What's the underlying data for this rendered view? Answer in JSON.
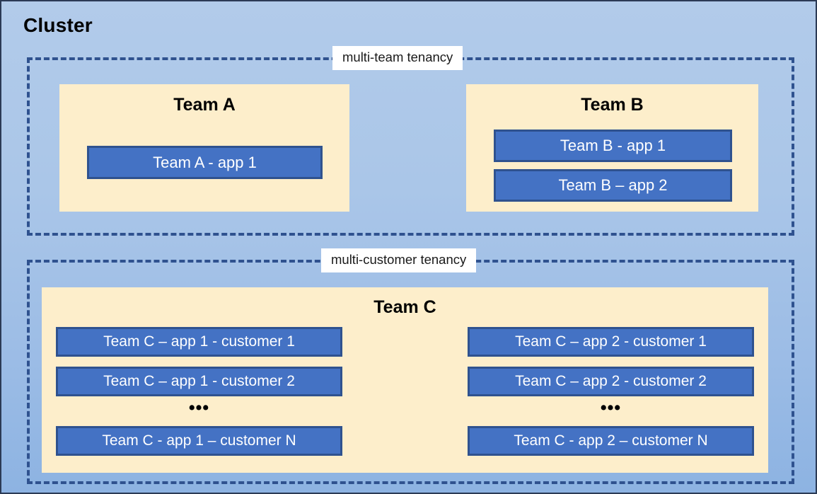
{
  "diagram": {
    "title": "Cluster",
    "colors": {
      "canvas_background_top": "#b2cbea",
      "canvas_background_bottom": "#8db3e2",
      "group_border": "#2f528f",
      "team_panel_fill": "#fdeecb",
      "app_box_fill": "#4472c4",
      "app_box_border": "#2f528f",
      "app_box_text": "#ffffff",
      "label_background": "#ffffff",
      "heading_text": "#000000"
    },
    "groups": [
      {
        "label": "multi-team tenancy",
        "teams": [
          {
            "name": "Team A",
            "apps": [
              "Team A - app 1"
            ]
          },
          {
            "name": "Team B",
            "apps": [
              "Team B - app 1",
              "Team B – app 2"
            ]
          }
        ]
      },
      {
        "label": "multi-customer tenancy",
        "teams": [
          {
            "name": "Team C",
            "columns": [
              {
                "apps_top": [
                  "Team C – app 1 - customer 1",
                  "Team C – app 1 - customer 2"
                ],
                "ellipsis": "•••",
                "apps_bottom": [
                  "Team C - app 1 – customer N"
                ]
              },
              {
                "apps_top": [
                  "Team C – app 2 - customer 1",
                  "Team C – app 2 - customer 2"
                ],
                "ellipsis": "•••",
                "apps_bottom": [
                  "Team C - app 2 – customer N"
                ]
              }
            ]
          }
        ]
      }
    ]
  }
}
